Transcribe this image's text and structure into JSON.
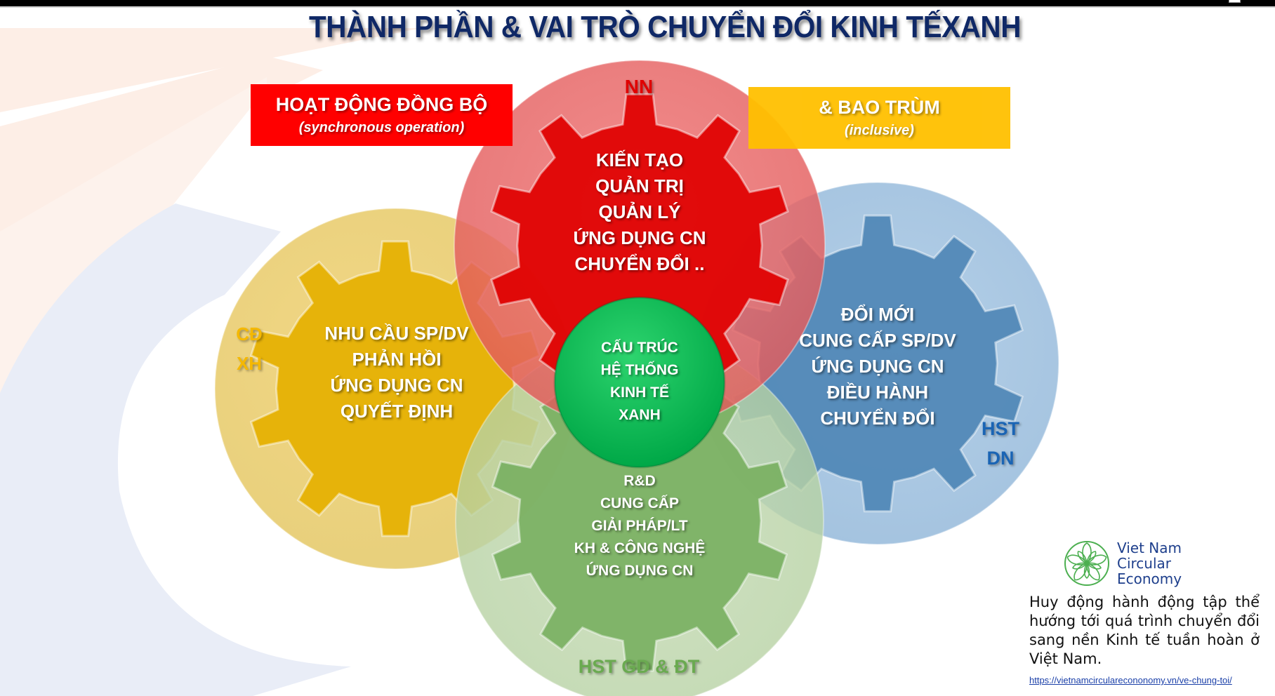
{
  "slide": {
    "title": "THÀNH PHẦN & VAI TRÒ CHUYỂN ĐỔI KINH TẾXANH"
  },
  "tags": {
    "synchronous": {
      "main": "HOẠT ĐỘNG ĐỒNG BỘ",
      "sub": "(synchronous operation)",
      "color": "#ff0000"
    },
    "inclusive": {
      "main": "& BAO TRÙM",
      "sub": "(inclusive)",
      "color": "#ffc000"
    }
  },
  "components": {
    "state": {
      "label": "NN",
      "color": "#e00000",
      "lines": [
        "KIẾN TẠO",
        "QUẢN TRỊ",
        "QUẢN LÝ",
        "ỨNG DỤNG CN",
        "CHUYỂN ĐỔI .."
      ]
    },
    "society": {
      "label_lines": [
        "CĐ",
        "XH"
      ],
      "color": "#e5b000",
      "lines": [
        "NHU CẦU SP/DV",
        "PHẢN HỒI",
        "ỨNG DỤNG CN",
        "QUYẾT ĐỊNH"
      ]
    },
    "business": {
      "label_lines": [
        "HST",
        "DN"
      ],
      "color": "#4f87b6",
      "lines": [
        "ĐỔI MỚI",
        "CUNG CẤP SP/DV",
        "ỨNG DỤNG CN",
        "ĐIỀU HÀNH",
        "CHUYỂN ĐỔI"
      ]
    },
    "education": {
      "label": "HST GD & ĐT",
      "color": "#7ab062",
      "lines": [
        "R&D",
        "CUNG CẤP",
        "GIẢI PHÁP/LT",
        "KH & CÔNG NGHỆ",
        "ỨNG DỤNG CN"
      ]
    },
    "core": {
      "color": "#00b050",
      "lines": [
        "CẤU TRÚC",
        "HỆ THỐNG",
        "KINH TẾ",
        "XANH"
      ]
    }
  },
  "logo": {
    "name_lines": [
      "Viet Nam",
      "Circular",
      "Economy"
    ],
    "icon": "flower-circle-icon",
    "color": "#4caf50"
  },
  "description": "Huy động hành động tập thể hướng tới quá trình chuyển đổi sang nền Kinh tế tuần hoàn ở Việt Nam.",
  "link": "https://vietnamcircularecononomy.vn/ve-chung-toi/"
}
